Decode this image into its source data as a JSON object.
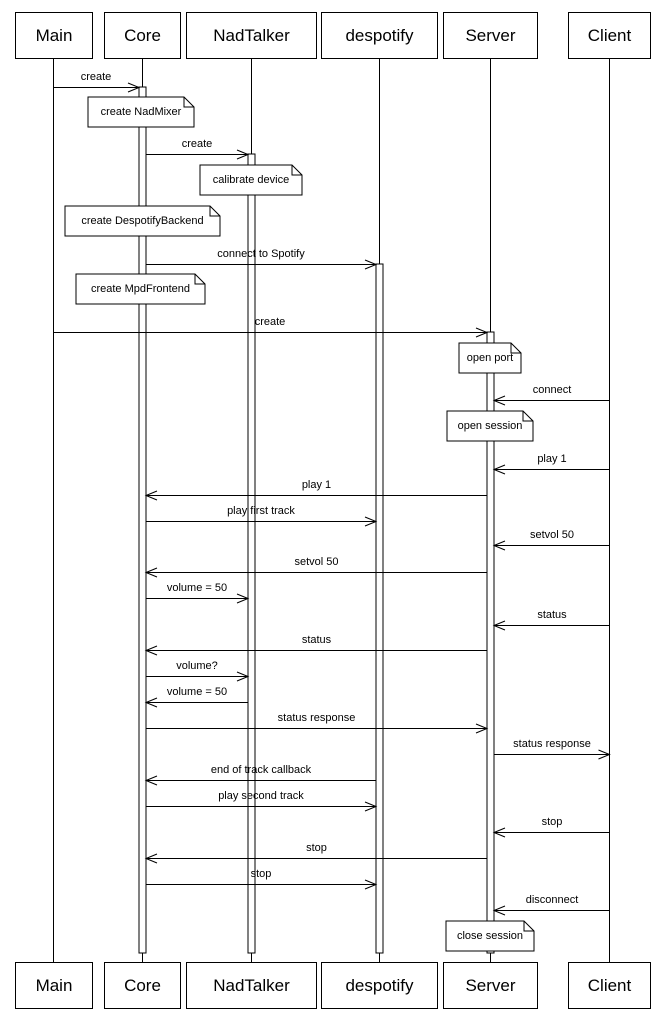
{
  "diagram": {
    "participants": [
      {
        "name": "Main"
      },
      {
        "name": "Core"
      },
      {
        "name": "NadTalker"
      },
      {
        "name": "despotify"
      },
      {
        "name": "Server"
      },
      {
        "name": "Client"
      }
    ],
    "messages": [
      {
        "label": "create",
        "from": "Main",
        "to": "Core"
      },
      {
        "label": "create",
        "from": "Core",
        "to": "NadTalker"
      },
      {
        "label": "connect to Spotify",
        "from": "Core",
        "to": "despotify"
      },
      {
        "label": "create",
        "from": "Main",
        "to": "Server"
      },
      {
        "label": "connect",
        "from": "Client",
        "to": "Server"
      },
      {
        "label": "play 1",
        "from": "Client",
        "to": "Server"
      },
      {
        "label": "play 1",
        "from": "Server",
        "to": "Core"
      },
      {
        "label": "play first track",
        "from": "Core",
        "to": "despotify"
      },
      {
        "label": "setvol 50",
        "from": "Client",
        "to": "Server"
      },
      {
        "label": "setvol 50",
        "from": "Server",
        "to": "Core"
      },
      {
        "label": "volume = 50",
        "from": "Core",
        "to": "NadTalker"
      },
      {
        "label": "status",
        "from": "Client",
        "to": "Server"
      },
      {
        "label": "status",
        "from": "Server",
        "to": "Core"
      },
      {
        "label": "volume?",
        "from": "Core",
        "to": "NadTalker"
      },
      {
        "label": "volume = 50",
        "from": "NadTalker",
        "to": "Core"
      },
      {
        "label": "status response",
        "from": "Core",
        "to": "Server"
      },
      {
        "label": "status response",
        "from": "Server",
        "to": "Client"
      },
      {
        "label": "end of track callback",
        "from": "despotify",
        "to": "Core"
      },
      {
        "label": "play second track",
        "from": "Core",
        "to": "despotify"
      },
      {
        "label": "stop",
        "from": "Client",
        "to": "Server"
      },
      {
        "label": "stop",
        "from": "Server",
        "to": "Core"
      },
      {
        "label": "stop",
        "from": "Core",
        "to": "despotify"
      },
      {
        "label": "disconnect",
        "from": "Client",
        "to": "Server"
      }
    ],
    "notes": [
      {
        "label": "create NadMixer",
        "on": "Core"
      },
      {
        "label": "calibrate device",
        "on": "NadTalker"
      },
      {
        "label": "create DespotifyBackend",
        "on": "Core"
      },
      {
        "label": "create MpdFrontend",
        "on": "Core"
      },
      {
        "label": "open port",
        "on": "Server"
      },
      {
        "label": "open session",
        "on": "Server"
      },
      {
        "label": "close session",
        "on": "Server"
      }
    ],
    "colors": {
      "line": "#000000",
      "background": "#ffffff"
    }
  }
}
